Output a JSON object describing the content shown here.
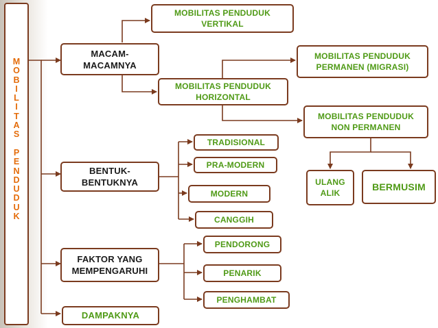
{
  "vertical_title": "M\nO\nB\nI\nL\nI\nT\nA\nS\n\nP\nE\nN\nD\nU\nD\nU\nK",
  "nodes": {
    "macam": "MACAM-\nMACAMNYA",
    "vertikal": "MOBILITAS PENDUDUK\nVERTIKAL",
    "horizontal": "MOBILITAS PENDUDUK\nHORIZONTAL",
    "permanen": "MOBILITAS PENDUDUK\nPERMANEN (MIGRASI)",
    "non_permanen": "MOBILITAS PENDUDUK\nNON PERMANEN",
    "ulang_alik": "ULANG\nALIK",
    "bermusim": "BERMUSIM",
    "bentuk": "BENTUK-\nBENTUKNYA",
    "tradisional": "TRADISIONAL",
    "pra_modern": "PRA-MODERN",
    "modern": "MODERN",
    "canggih": "CANGGIH",
    "faktor": "FAKTOR YANG\nMEMPENGARUHI",
    "pendorong": "PENDORONG",
    "penarik": "PENARIK",
    "penghambat": "PENGHAMBAT",
    "dampak": "DAMPAKNYA"
  },
  "colors": {
    "border": "#7a3a1e",
    "green_text": "#4f9a16",
    "orange_text": "#e46c0a",
    "connector": "#7a3a1e"
  }
}
